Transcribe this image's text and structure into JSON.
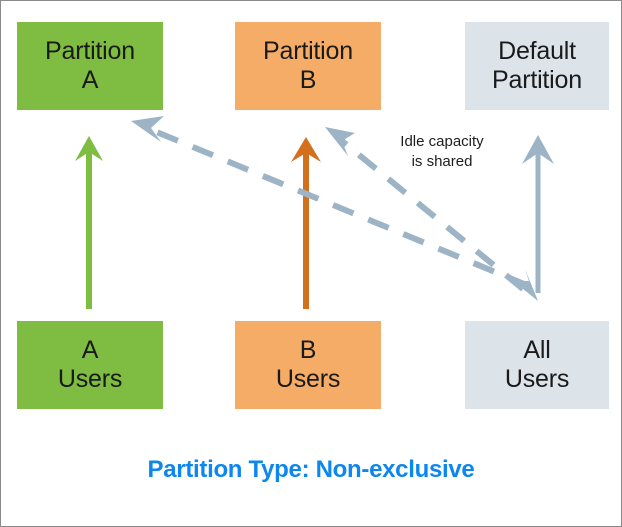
{
  "diagram": {
    "title_caption": "Partition Type: Non-exclusive",
    "caption_color": "#0C87EE",
    "background": "#FFFFFF",
    "border_color": "#8A8A8A",
    "colors": {
      "green": "#7FBC42",
      "orange": "#F4AC67",
      "gray_blue": "#DCE3E9",
      "arrow_green": "#7FBC42",
      "arrow_orange": "#D2701E",
      "arrow_steel": "#9CB4C5",
      "text": "#1A1A1A"
    },
    "top_row": [
      {
        "name": "partition-a",
        "lines": [
          "Partition",
          "A"
        ],
        "fill": "#7FBC42"
      },
      {
        "name": "partition-b",
        "lines": [
          "Partition",
          "B"
        ],
        "fill": "#F4AC67"
      },
      {
        "name": "default-partition",
        "lines": [
          "Default",
          "Partition"
        ],
        "fill": "#DCE3E9"
      }
    ],
    "bottom_row": [
      {
        "name": "a-users",
        "lines": [
          "A",
          "Users"
        ],
        "fill": "#7FBC42"
      },
      {
        "name": "b-users",
        "lines": [
          "B",
          "Users"
        ],
        "fill": "#F4AC67"
      },
      {
        "name": "all-users",
        "lines": [
          "All",
          "Users"
        ],
        "fill": "#DCE3E9"
      }
    ],
    "annotation": {
      "line1": "Idle capacity",
      "line2": "is shared"
    },
    "arrows": [
      {
        "name": "a-users-to-partition-a",
        "style": "solid",
        "color": "#7FBC42",
        "from": "A Users",
        "to": "Partition A"
      },
      {
        "name": "b-users-to-partition-b",
        "style": "solid",
        "color": "#D2701E",
        "from": "B Users",
        "to": "Partition B"
      },
      {
        "name": "all-users-to-default-partition",
        "style": "solid",
        "color": "#9CB4C5",
        "from": "All Users",
        "to": "Default Partition"
      },
      {
        "name": "idle-share-to-partition-a",
        "style": "dashed",
        "color": "#9CB4C5",
        "from": "Default Partition pool",
        "to": "Partition A"
      },
      {
        "name": "idle-share-to-partition-b",
        "style": "dashed",
        "color": "#9CB4C5",
        "from": "Default Partition pool",
        "to": "Partition B"
      }
    ]
  }
}
